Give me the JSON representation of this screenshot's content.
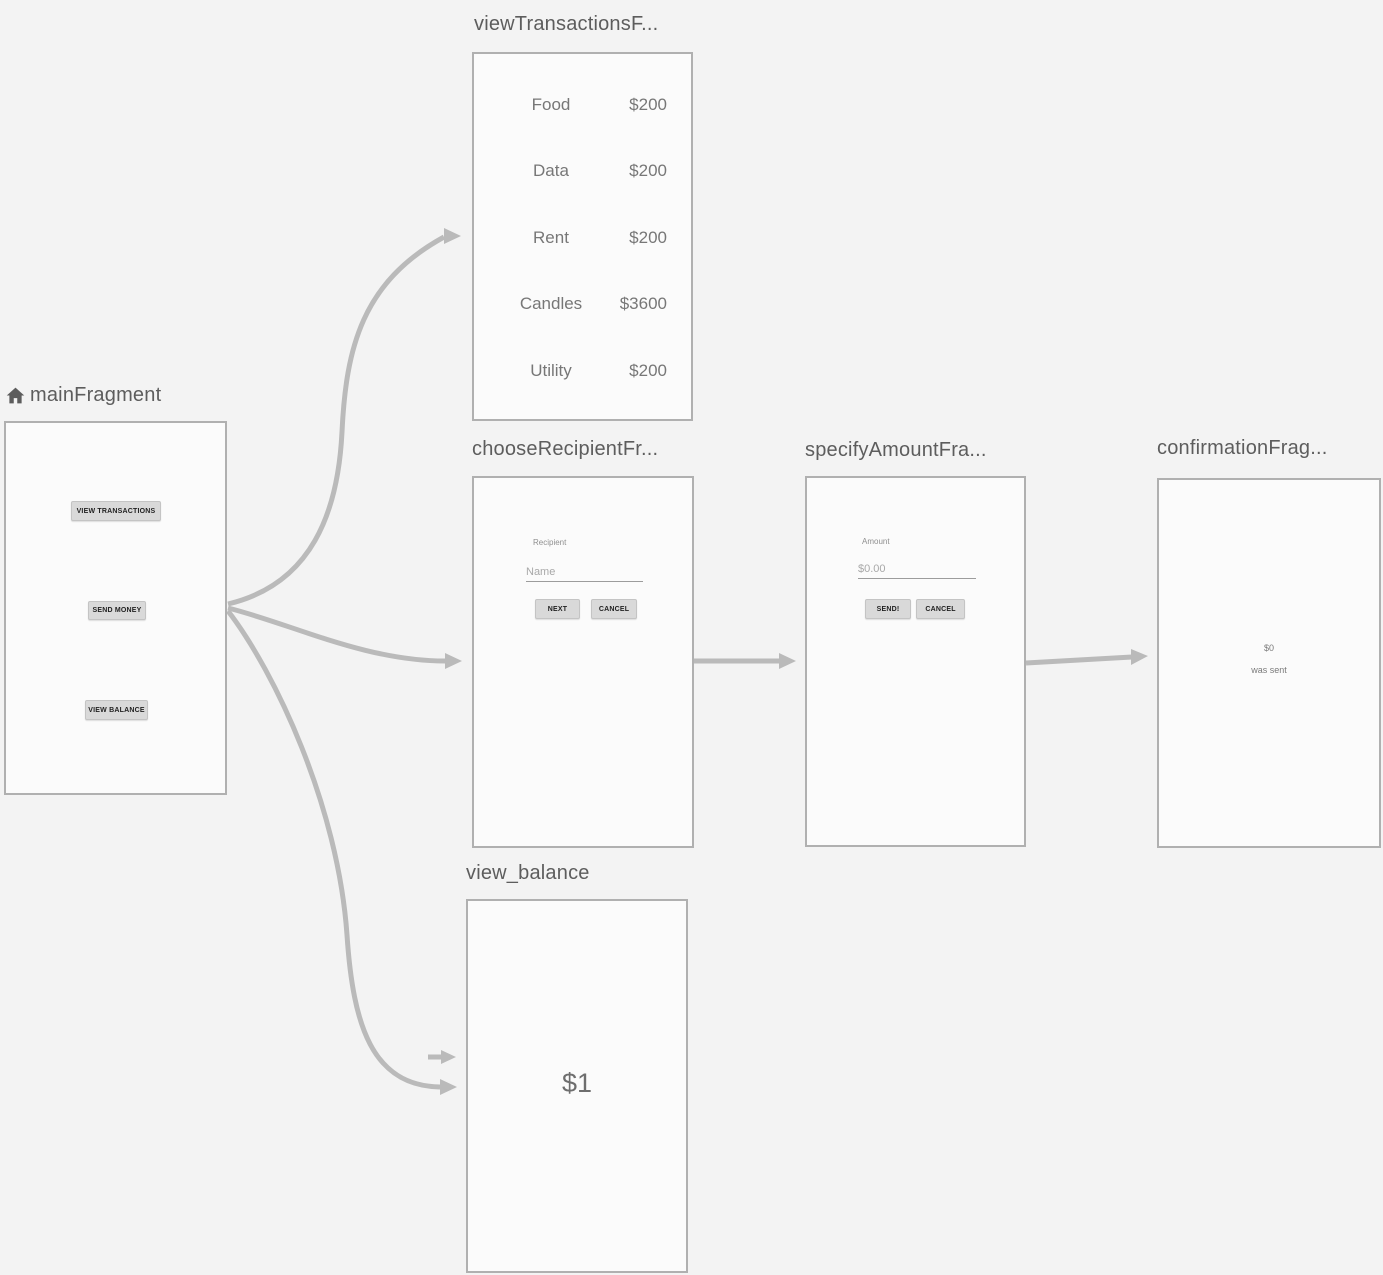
{
  "editor": {
    "background": "#f3f3f3",
    "card_fill": "#fbfbfb",
    "card_border": "#b0b0b0",
    "arrow_color": "#bababa",
    "title_color": "#5d5d5d"
  },
  "fragments": {
    "main": {
      "title": "mainFragment",
      "is_start_destination": true,
      "buttons": [
        {
          "label": "VIEW TRANSACTIONS"
        },
        {
          "label": "SEND MONEY"
        },
        {
          "label": "VIEW BALANCE"
        }
      ]
    },
    "view_transactions": {
      "title": "viewTransactionsF...",
      "transactions": [
        {
          "label": "Food",
          "amount": "$200"
        },
        {
          "label": "Data",
          "amount": "$200"
        },
        {
          "label": "Rent",
          "amount": "$200"
        },
        {
          "label": "Candles",
          "amount": "$3600"
        },
        {
          "label": "Utility",
          "amount": "$200"
        }
      ]
    },
    "choose_recipient": {
      "title": "chooseRecipientFr...",
      "field_label": "Recipient",
      "field_placeholder": "Name",
      "next_label": "NEXT",
      "cancel_label": "CANCEL"
    },
    "specify_amount": {
      "title": "specifyAmountFra...",
      "field_label": "Amount",
      "field_placeholder": "$0.00",
      "send_label": "SEND!",
      "cancel_label": "CANCEL"
    },
    "confirmation": {
      "title": "confirmationFrag...",
      "amount": "$0",
      "message": "was sent"
    },
    "view_balance": {
      "title": "view_balance",
      "balance": "$1"
    }
  }
}
